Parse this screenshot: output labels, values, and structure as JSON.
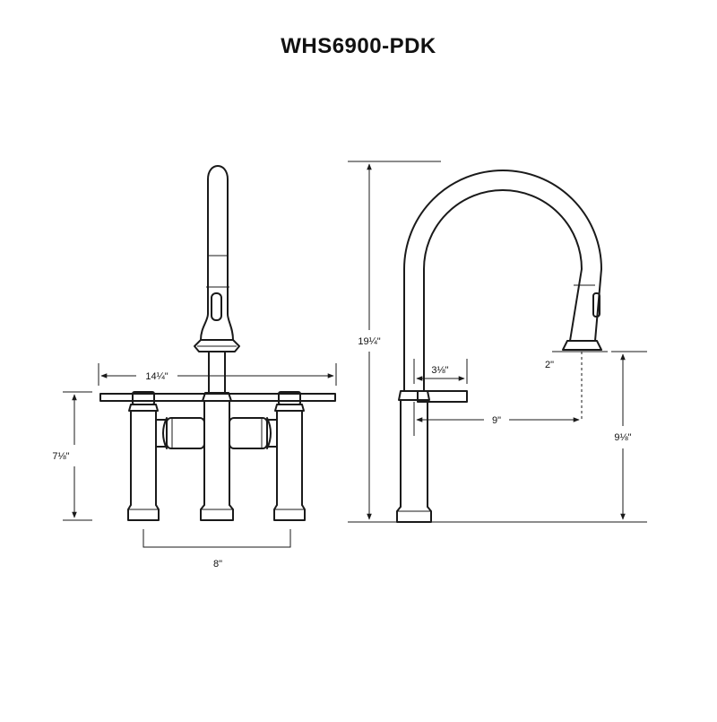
{
  "title": "WHS6900-PDK",
  "dimensions": {
    "front_width": "14¼\"",
    "front_height": "7⅛\"",
    "center_spread": "8\"",
    "side_overall_height": "19¼\"",
    "handle_projection": "3⅛\"",
    "spout_drop": "2\"",
    "spout_reach": "9\"",
    "spout_height": "9⅛\""
  }
}
